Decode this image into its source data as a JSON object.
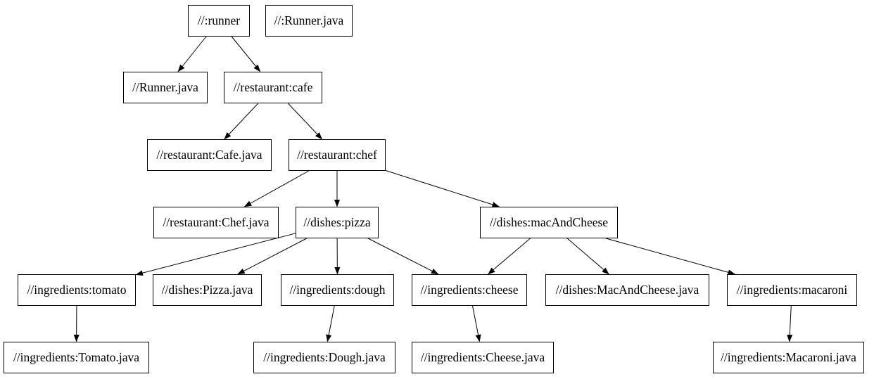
{
  "diagram": {
    "type": "dependency-graph",
    "background_color": "#ffffff",
    "node_fill_color": "#ffffff",
    "node_border_color": "#000000",
    "edge_color": "#000000",
    "text_color": "#000000"
  },
  "nodes": [
    {
      "id": "runner",
      "label": "//:runner"
    },
    {
      "id": "runner_src",
      "label": "//:Runner.java"
    },
    {
      "id": "runner_java",
      "label": "//Runner.java"
    },
    {
      "id": "cafe",
      "label": "//restaurant:cafe"
    },
    {
      "id": "cafe_java",
      "label": "//restaurant:Cafe.java"
    },
    {
      "id": "chef",
      "label": "//restaurant:chef"
    },
    {
      "id": "chef_java",
      "label": "//restaurant:Chef.java"
    },
    {
      "id": "pizza",
      "label": "//dishes:pizza"
    },
    {
      "id": "macandcheese",
      "label": "//dishes:macAndCheese"
    },
    {
      "id": "tomato",
      "label": "//ingredients:tomato"
    },
    {
      "id": "pizza_java",
      "label": "//dishes:Pizza.java"
    },
    {
      "id": "dough",
      "label": "//ingredients:dough"
    },
    {
      "id": "cheese",
      "label": "//ingredients:cheese"
    },
    {
      "id": "macandcheese_java",
      "label": "//dishes:MacAndCheese.java"
    },
    {
      "id": "macaroni",
      "label": "//ingredients:macaroni"
    },
    {
      "id": "tomato_java",
      "label": "//ingredients:Tomato.java"
    },
    {
      "id": "dough_java",
      "label": "//ingredients:Dough.java"
    },
    {
      "id": "cheese_java",
      "label": "//ingredients:Cheese.java"
    },
    {
      "id": "macaroni_java",
      "label": "//ingredients:Macaroni.java"
    }
  ],
  "edges": [
    {
      "from": "runner",
      "to": "runner_java"
    },
    {
      "from": "runner",
      "to": "cafe"
    },
    {
      "from": "cafe",
      "to": "cafe_java"
    },
    {
      "from": "cafe",
      "to": "chef"
    },
    {
      "from": "chef",
      "to": "chef_java"
    },
    {
      "from": "chef",
      "to": "pizza"
    },
    {
      "from": "chef",
      "to": "macandcheese"
    },
    {
      "from": "pizza",
      "to": "tomato"
    },
    {
      "from": "pizza",
      "to": "pizza_java"
    },
    {
      "from": "pizza",
      "to": "dough"
    },
    {
      "from": "pizza",
      "to": "cheese"
    },
    {
      "from": "macandcheese",
      "to": "cheese"
    },
    {
      "from": "macandcheese",
      "to": "macandcheese_java"
    },
    {
      "from": "macandcheese",
      "to": "macaroni"
    },
    {
      "from": "tomato",
      "to": "tomato_java"
    },
    {
      "from": "dough",
      "to": "dough_java"
    },
    {
      "from": "cheese",
      "to": "cheese_java"
    },
    {
      "from": "macaroni",
      "to": "macaroni_java"
    }
  ]
}
